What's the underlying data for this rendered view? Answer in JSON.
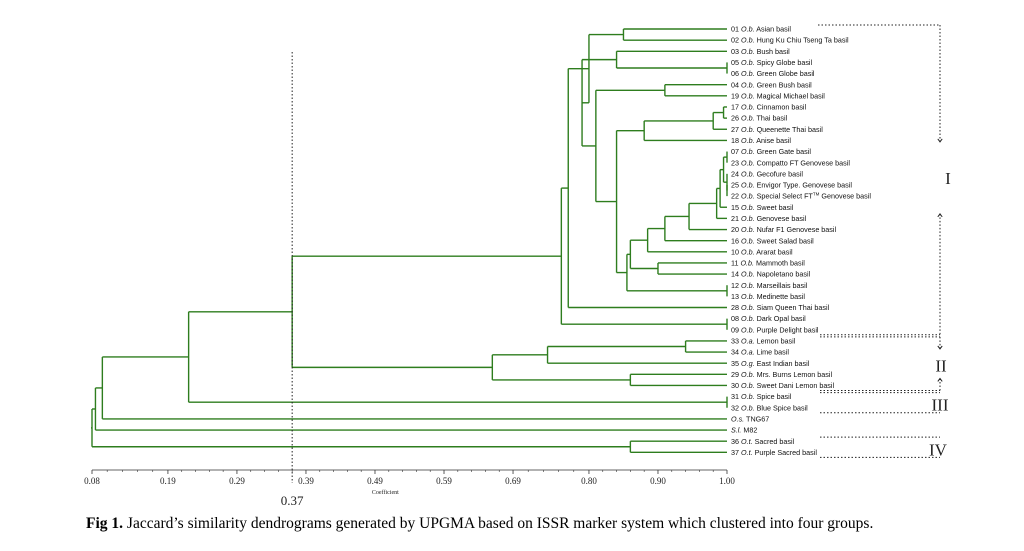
{
  "leaves": [
    {
      "id": 1,
      "code": "01",
      "sp": "O.b.",
      "name": "Asian basil"
    },
    {
      "id": 2,
      "code": "02",
      "sp": "O.b.",
      "name": "Hung Ku Chiu Tseng Ta basil"
    },
    {
      "id": 3,
      "code": "03",
      "sp": "O.b.",
      "name": "Bush basil"
    },
    {
      "id": 5,
      "code": "05",
      "sp": "O.b.",
      "name": "Spicy Globe basil"
    },
    {
      "id": 6,
      "code": "06",
      "sp": "O.b.",
      "name": "Green Globe basil"
    },
    {
      "id": 4,
      "code": "04",
      "sp": "O.b.",
      "name": "Green Bush basil"
    },
    {
      "id": 19,
      "code": "19",
      "sp": "O.b.",
      "name": "Magical Michael basil"
    },
    {
      "id": 17,
      "code": "17",
      "sp": "O.b.",
      "name": "Cinnamon basil"
    },
    {
      "id": 26,
      "code": "26",
      "sp": "O.b.",
      "name": "Thai basil"
    },
    {
      "id": 27,
      "code": "27",
      "sp": "O.b.",
      "name": "Queenette Thai basil"
    },
    {
      "id": 18,
      "code": "18",
      "sp": "O.b.",
      "name": "Anise basil"
    },
    {
      "id": 7,
      "code": "07",
      "sp": "O.b.",
      "name": "Green Gate basil"
    },
    {
      "id": 23,
      "code": "23",
      "sp": "O.b.",
      "name": "Compatto FT Genovese basil"
    },
    {
      "id": 24,
      "code": "24",
      "sp": "O.b.",
      "name": "Gecofure basil"
    },
    {
      "id": 25,
      "code": "25",
      "sp": "O.b.",
      "name": "Envigor Type. Genovese basil"
    },
    {
      "id": 22,
      "code": "22",
      "sp": "O.b.",
      "name": "Special Select FT",
      "sup": "TM",
      "name2": " Genovese basil"
    },
    {
      "id": 15,
      "code": "15",
      "sp": "O.b.",
      "name": "Sweet basil"
    },
    {
      "id": 21,
      "code": "21",
      "sp": "O.b.",
      "name": "Genovese basil"
    },
    {
      "id": 20,
      "code": "20",
      "sp": "O.b.",
      "name": "Nufar F1 Genovese basil"
    },
    {
      "id": 16,
      "code": "16",
      "sp": "O.b.",
      "name": "Sweet Salad basil"
    },
    {
      "id": 10,
      "code": "10",
      "sp": "O.b.",
      "name": "Ararat basil"
    },
    {
      "id": 11,
      "code": "11",
      "sp": "O.b.",
      "name": "Mammoth basil"
    },
    {
      "id": 14,
      "code": "14",
      "sp": "O.b.",
      "name": "Napoletano basil"
    },
    {
      "id": 12,
      "code": "12",
      "sp": "O.b.",
      "name": "Marseillais basil"
    },
    {
      "id": 13,
      "code": "13",
      "sp": "O.b.",
      "name": "Medinette basil"
    },
    {
      "id": 28,
      "code": "28",
      "sp": "O.b.",
      "name": "Siam Queen Thai basil"
    },
    {
      "id": 8,
      "code": "08",
      "sp": "O.b.",
      "name": "Dark Opal basil"
    },
    {
      "id": 9,
      "code": "09",
      "sp": "O.b.",
      "name": "Purple Delight basil"
    },
    {
      "id": 33,
      "code": "33",
      "sp": "O.a.",
      "name": "Lemon basil"
    },
    {
      "id": 34,
      "code": "34",
      "sp": "O.a.",
      "name": "Lime basil"
    },
    {
      "id": 35,
      "code": "35",
      "sp": "O.g.",
      "name": "East Indian basil"
    },
    {
      "id": 29,
      "code": "29",
      "sp": "O.b.",
      "name": "Mrs. Burns Lemon basil"
    },
    {
      "id": 30,
      "code": "30",
      "sp": "O.b.",
      "name": "Sweet Dani Lemon basil"
    },
    {
      "id": 31,
      "code": "31",
      "sp": "O.b.",
      "name": "Spice basil"
    },
    {
      "id": 32,
      "code": "32",
      "sp": "O.b.",
      "name": "Blue Spice basil"
    },
    {
      "id": 98,
      "code": "",
      "sp": "O.s.",
      "name": "TNG67"
    },
    {
      "id": 99,
      "code": "",
      "sp": "S.l.",
      "name": "M82"
    },
    {
      "id": 36,
      "code": "36",
      "sp": "O.t.",
      "name": "Sacred basil"
    },
    {
      "id": 37,
      "code": "37",
      "sp": "O.t.",
      "name": "Purple Sacred basil"
    }
  ],
  "tree": {
    "s": 0.08,
    "c": [
      {
        "s": 0.085,
        "c": [
          {
            "s": 0.095,
            "c": [
              {
                "s": 0.22,
                "c": [
                  {
                    "s": 0.37,
                    "c": [
                      {
                        "s": 0.76,
                        "c": [
                          {
                            "s": 0.77,
                            "c": [
                              {
                                "s": 0.8,
                                "c": [
                                  {
                                    "s": 0.85,
                                    "c": [
                                      1,
                                      2
                                    ]
                                  },
                                  {
                                    "s": 0.79,
                                    "c": [
                                      {
                                        "s": 0.84,
                                        "c": [
                                          3,
                                          {
                                            "s": 1.0,
                                            "c": [
                                              5,
                                              6
                                            ]
                                          }
                                        ]
                                      },
                                      {
                                        "s": 0.81,
                                        "c": [
                                          {
                                            "s": 0.91,
                                            "c": [
                                              4,
                                              19
                                            ]
                                          },
                                          {
                                            "s": 0.84,
                                            "c": [
                                              {
                                                "s": 0.88,
                                                "c": [
                                                  {
                                                    "s": 0.98,
                                                    "c": [
                                                      {
                                                        "s": 0.995,
                                                        "c": [
                                                          17,
                                                          26
                                                        ]
                                                      },
                                                      27
                                                    ]
                                                  },
                                                  18
                                                ]
                                              },
                                              {
                                                "s": 0.855,
                                                "c": [
                                                  {
                                                    "s": 0.86,
                                                    "c": [
                                                      {
                                                        "s": 0.885,
                                                        "c": [
                                                          {
                                                            "s": 0.91,
                                                            "c": [
                                                              {
                                                                "s": 0.945,
                                                                "c": [
                                                                  {
                                                                    "s": 0.985,
                                                                    "c": [
                                                                      {
                                                                        "s": 0.99,
                                                                        "c": [
                                                                          {
                                                                            "s": 0.995,
                                                                            "c": [
                                                                              {
                                                                                "s": 1.0,
                                                                                "c": [
                                                                                  7,
                                                                                  23
                                                                                ]
                                                                              },
                                                                              {
                                                                                "s": 1.0,
                                                                                "c": [
                                                                                  24,
                                                                                  {
                                                                                    "s": 1.0,
                                                                                    "c": [
                                                                                      25,
                                                                                      22
                                                                                    ]
                                                                                  }
                                                                                ]
                                                                              }
                                                                            ]
                                                                          },
                                                                          15
                                                                        ]
                                                                      },
                                                                      21
                                                                    ]
                                                                  },
                                                                  20
                                                                ]
                                                              },
                                                              16
                                                            ]
                                                          },
                                                          10
                                                        ]
                                                      },
                                                      {
                                                        "s": 0.9,
                                                        "c": [
                                                          11,
                                                          14
                                                        ]
                                                      }
                                                    ]
                                                  },
                                                  {
                                                    "s": 1.0,
                                                    "c": [
                                                      12,
                                                      13
                                                    ]
                                                  }
                                                ]
                                              }
                                            ]
                                          }
                                        ]
                                      }
                                    ]
                                  }
                                ]
                              },
                              28
                            ]
                          },
                          {
                            "s": 1.0,
                            "c": [
                              8,
                              9
                            ]
                          }
                        ]
                      },
                      {
                        "s": 0.66,
                        "c": [
                          {
                            "s": 0.74,
                            "c": [
                              {
                                "s": 0.94,
                                "c": [
                                  33,
                                  34
                                ]
                              },
                              35
                            ]
                          },
                          {
                            "s": 0.86,
                            "c": [
                              29,
                              30
                            ]
                          }
                        ]
                      }
                    ]
                  },
                  {
                    "s": 1.0,
                    "c": [
                      31,
                      32
                    ]
                  }
                ]
              },
              98
            ]
          },
          99
        ]
      },
      {
        "s": 0.86,
        "c": [
          36,
          37
        ]
      }
    ]
  },
  "axis": {
    "xlim": [
      0.08,
      1.0
    ],
    "ticks": [
      "0.08",
      "0.19",
      "0.29",
      "0.39",
      "0.49",
      "0.59",
      "0.69",
      "0.80",
      "0.90",
      "1.00"
    ],
    "tick_values": [
      0.08,
      0.19,
      0.29,
      0.39,
      0.49,
      0.59,
      0.69,
      0.8,
      0.9,
      1.0
    ],
    "label": "Coefficient"
  },
  "cutoff": {
    "value": 0.37,
    "label": "0.37"
  },
  "groups": [
    {
      "label": "I",
      "from": 1,
      "to": 9
    },
    {
      "label": "II",
      "from": 33,
      "to": 30
    },
    {
      "label": "III",
      "from": 31,
      "to": 32
    },
    {
      "label": "IV",
      "from": 36,
      "to": 37
    }
  ],
  "caption": {
    "bold": "Fig 1.",
    "text": " Jaccard’s similarity dendrograms generated by UPGMA based on ISSR marker system which clustered into four groups."
  },
  "colors": {
    "branch": "#2e7d1e",
    "text": "#111111"
  }
}
